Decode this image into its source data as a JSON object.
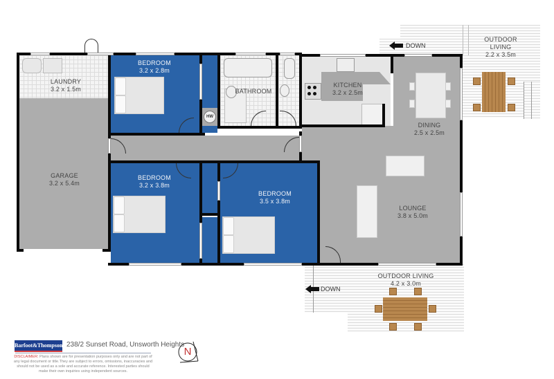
{
  "floorplan": {
    "rooms": [
      {
        "id": "laundry",
        "name": "LAUNDRY",
        "size": "3.2 x 1.5m"
      },
      {
        "id": "garage",
        "name": "GARAGE",
        "size": "3.2 x 5.4m"
      },
      {
        "id": "bedroom1",
        "name": "BEDROOM",
        "size": "3.2 x 2.8m"
      },
      {
        "id": "bathroom",
        "name": "BATHROOM",
        "size": ""
      },
      {
        "id": "kitchen",
        "name": "KITCHEN",
        "size": "3.2 x 2.5m"
      },
      {
        "id": "dining",
        "name": "DINING",
        "size": "2.5 x 2.5m"
      },
      {
        "id": "outdoor_living_1",
        "name": "OUTDOOR",
        "name2": "LIVING",
        "size": "2.2 x 3.5m"
      },
      {
        "id": "bedroom2",
        "name": "BEDROOM",
        "size": "3.2 x 3.8m"
      },
      {
        "id": "bedroom3",
        "name": "BEDROOM",
        "size": "3.5 x 3.8m"
      },
      {
        "id": "lounge",
        "name": "LOUNGE",
        "size": "3.8 x 5.0m"
      },
      {
        "id": "outdoor_living_2",
        "name": "OUTDOOR LIVING",
        "size": "4.2 x 3.0m"
      }
    ],
    "fixtures": {
      "hot_water": "HW"
    },
    "stairs": [
      {
        "id": "stairs_top",
        "label": "DOWN",
        "icon": "arrow-left-icon"
      },
      {
        "id": "stairs_bottom",
        "label": "DOWN",
        "icon": "arrow-left-icon"
      }
    ],
    "colors": {
      "bedroom": "#2a63a8",
      "living": "#adadad",
      "wall": "#0a0a0a",
      "wood": "#b8874e"
    }
  },
  "footer": {
    "brand": "Barfoot&Thompson",
    "address": "238/2 Sunset Road, Unsworth Heights",
    "disclaimer_label": "DISCLAIMER:",
    "disclaimer_text": "Plans shown are for presentation purposes only and are not part of any legal document or title.They are subject to errors, omissions, inaccuracies and should not be used as a sole and accurate reference. Interested parties should make their own inquiries using independent sources.",
    "compass": "N",
    "brand_color": "#1d3f8f",
    "disclaimer_color": "#d23b3b"
  }
}
